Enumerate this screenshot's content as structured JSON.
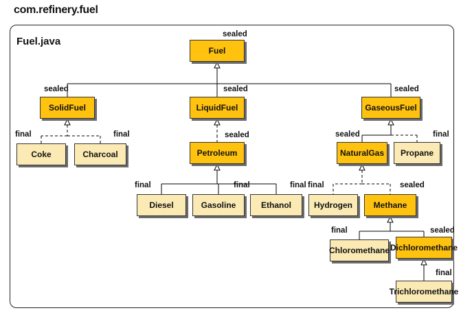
{
  "package_name": "com.refinery.fuel",
  "file_name": "Fuel.java",
  "classes": [
    {
      "id": "fuel",
      "name": "Fuel",
      "modifier": "sealed"
    },
    {
      "id": "solid",
      "name": "SolidFuel",
      "modifier": "sealed"
    },
    {
      "id": "liquid",
      "name": "LiquidFuel",
      "modifier": "sealed"
    },
    {
      "id": "gaseous",
      "name": "GaseousFuel",
      "modifier": "sealed"
    },
    {
      "id": "coke",
      "name": "Coke",
      "modifier": "final"
    },
    {
      "id": "charcoal",
      "name": "Charcoal",
      "modifier": "final"
    },
    {
      "id": "petroleum",
      "name": "Petroleum",
      "modifier": "sealed"
    },
    {
      "id": "naturalgas",
      "name": "NaturalGas",
      "modifier": "sealed"
    },
    {
      "id": "propane",
      "name": "Propane",
      "modifier": "final"
    },
    {
      "id": "diesel",
      "name": "Diesel",
      "modifier": "final"
    },
    {
      "id": "gasoline",
      "name": "Gasoline",
      "modifier": "final"
    },
    {
      "id": "ethanol",
      "name": "Ethanol",
      "modifier": "final"
    },
    {
      "id": "hydrogen",
      "name": "Hydrogen",
      "modifier": "final"
    },
    {
      "id": "methane",
      "name": "Methane",
      "modifier": "sealed"
    },
    {
      "id": "chloromethane",
      "name": "Chloromethane",
      "modifier": "final"
    },
    {
      "id": "dichloromethane",
      "name": "Dichloromethane",
      "modifier": "sealed"
    },
    {
      "id": "trichloromethane",
      "name": "Trichloromethane",
      "modifier": "final"
    }
  ],
  "relations": [
    {
      "child": "solid",
      "parent": "fuel",
      "style": "solid"
    },
    {
      "child": "liquid",
      "parent": "fuel",
      "style": "solid"
    },
    {
      "child": "gaseous",
      "parent": "fuel",
      "style": "solid"
    },
    {
      "child": "coke",
      "parent": "solid",
      "style": "dashed"
    },
    {
      "child": "charcoal",
      "parent": "solid",
      "style": "dashed"
    },
    {
      "child": "petroleum",
      "parent": "liquid",
      "style": "dashed"
    },
    {
      "child": "naturalgas",
      "parent": "gaseous",
      "style": "solid"
    },
    {
      "child": "propane",
      "parent": "gaseous",
      "style": "dashed"
    },
    {
      "child": "diesel",
      "parent": "petroleum",
      "style": "solid"
    },
    {
      "child": "gasoline",
      "parent": "petroleum",
      "style": "solid"
    },
    {
      "child": "ethanol",
      "parent": "petroleum",
      "style": "solid"
    },
    {
      "child": "hydrogen",
      "parent": "naturalgas",
      "style": "dashed"
    },
    {
      "child": "methane",
      "parent": "naturalgas",
      "style": "dashed"
    },
    {
      "child": "chloromethane",
      "parent": "methane",
      "style": "solid"
    },
    {
      "child": "dichloromethane",
      "parent": "methane",
      "style": "solid"
    },
    {
      "child": "trichloromethane",
      "parent": "dichloromethane",
      "style": "solid"
    }
  ],
  "colors": {
    "sealed_fill": "#FFC20E",
    "plain_fill": "#FBEAB4",
    "border": "#333333",
    "line": "#000000"
  }
}
